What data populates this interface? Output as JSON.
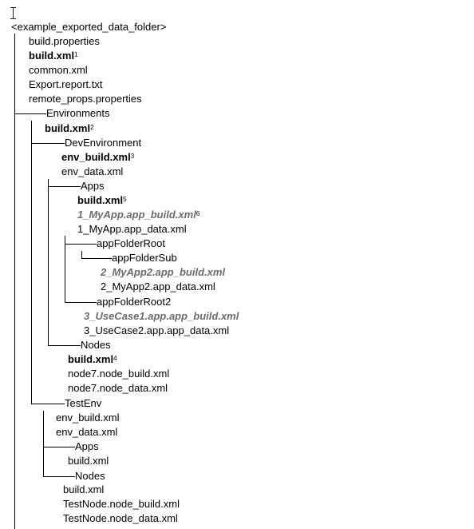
{
  "cursor_icon": "text-cursor-icon",
  "root": "<example_exported_data_folder>",
  "root_files": [
    "build.properties",
    "build.xml",
    "common.xml",
    "Export.report.txt",
    "remote_props.properties"
  ],
  "root_build_note": "1",
  "environments": {
    "label": "Environments",
    "build_xml": "build.xml",
    "build_note": "2",
    "dev": {
      "label": "DevEnvironment",
      "env_build": "env_build.xml",
      "env_build_note": "3",
      "env_data": "env_data.xml",
      "apps": {
        "label": "Apps",
        "build_xml": "build.xml",
        "build_note": "5",
        "app1_build": "1_MyApp.app_build.xml",
        "app1_build_note": "6",
        "app1_data": "1_MyApp.app_data.xml",
        "folder_root": "appFolderRoot",
        "folder_sub": "appFolderSub",
        "app2_build": "2_MyApp2.app_build.xml",
        "app2_data": "2_MyApp2.app_data.xml",
        "folder_root2": "appFolderRoot2",
        "usecase1_build": "3_UseCase1.app.app_build.xml",
        "usecase2_data": "3_UseCase2.app.app_data.xml"
      },
      "nodes": {
        "label": "Nodes",
        "build_xml": "build.xml",
        "build_note": "4",
        "node_build": "node7.node_build.xml",
        "node_data": "node7.node_data.xml"
      }
    },
    "test": {
      "label": "TestEnv",
      "env_build": "env_build.xml",
      "env_data": "env_data.xml",
      "apps_label": "Apps",
      "apps_build": "build.xml",
      "nodes_label": "Nodes",
      "nodes_build": "build.xml",
      "node_build": "TestNode.node_build.xml",
      "node_data": "TestNode.node_data.xml"
    }
  }
}
